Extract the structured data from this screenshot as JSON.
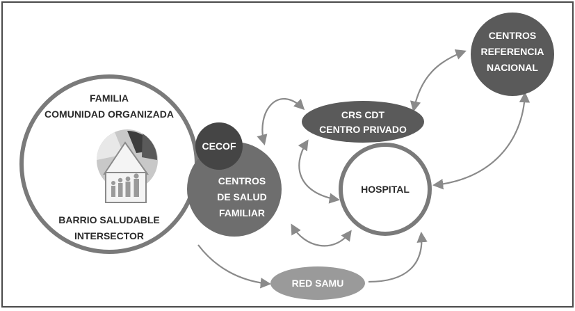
{
  "diagram": {
    "familia": {
      "line1": "FAMILIA",
      "line2": "COMUNIDAD ORGANIZADA",
      "line3": "BARRIO SALUDABLE",
      "line4": "INTERSECTOR",
      "logo_icon": "family-house-icon"
    },
    "cecof": {
      "label": "CECOF"
    },
    "centros_salud": {
      "line1": "CENTROS",
      "line2": "DE SALUD",
      "line3": "FAMILIAR"
    },
    "crs": {
      "line1": "CRS CDT",
      "line2": "CENTRO PRIVADO"
    },
    "centros_referencia": {
      "line1": "CENTROS",
      "line2": "REFERENCIA",
      "line3": "NACIONAL"
    },
    "hospital": {
      "label": "HOSPITAL"
    },
    "red_samu": {
      "label": "RED SAMU"
    }
  },
  "colors": {
    "dark_node": "#5a5a5a",
    "medium_node": "#6e6e6e",
    "light_node": "#9a9a9a",
    "outline": "#7a7a7a",
    "arrow": "#8a8a8a"
  }
}
